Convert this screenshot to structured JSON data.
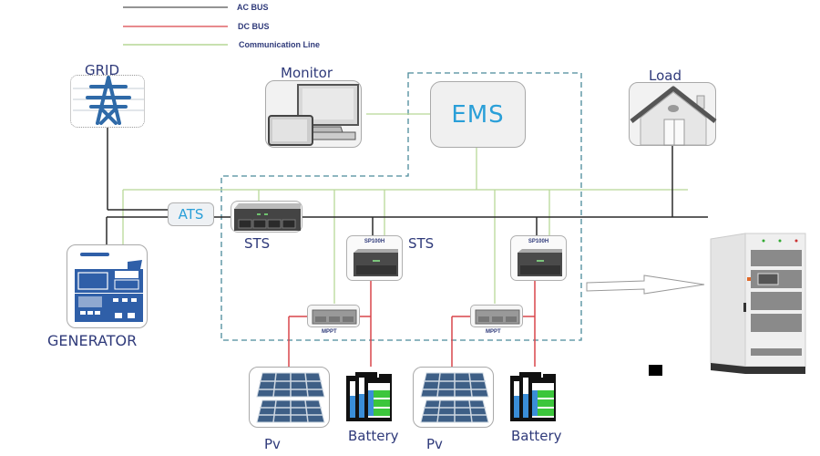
{
  "legend": [
    {
      "label": "AC BUS",
      "color": "#555555"
    },
    {
      "label": "DC BUS",
      "color": "#d9454a"
    },
    {
      "label": "Communication Line",
      "color": "#a8cf7f"
    }
  ],
  "nodes": {
    "grid": {
      "label": "GRID",
      "icon": "transmission-tower-icon"
    },
    "monitor": {
      "label": "Monitor",
      "icon": "computer-monitor-icon"
    },
    "ems": {
      "label": "EMS"
    },
    "load": {
      "label": "Load",
      "icon": "house-icon"
    },
    "ats": {
      "label": "ATS"
    },
    "sts_main": {
      "label": "STS",
      "icon": "rack-unit-icon"
    },
    "sts_label_2": {
      "label": "STS"
    },
    "sp100h_1": {
      "label": "SP100H",
      "icon": "converter-unit-icon"
    },
    "sp100h_2": {
      "label": "SP100H",
      "icon": "converter-unit-icon"
    },
    "mppt_1": {
      "label": "MPPT",
      "icon": "mppt-unit-icon"
    },
    "mppt_2": {
      "label": "MPPT",
      "icon": "mppt-unit-icon"
    },
    "generator": {
      "label": "GENERATOR",
      "icon": "generator-panel-icon"
    },
    "pv_1": {
      "label": "Pv",
      "icon": "solar-panel-icon"
    },
    "pv_2": {
      "label": "Pv",
      "icon": "solar-panel-icon"
    },
    "battery_1": {
      "label": "Battery",
      "icon": "battery-icon"
    },
    "battery_2": {
      "label": "Battery",
      "icon": "battery-icon"
    },
    "cabinet": {
      "icon": "energy-storage-cabinet-icon"
    }
  },
  "colors": {
    "ac_bus": "#2a2a2a",
    "dc_bus": "#d9454a",
    "comm_line": "#b8d898",
    "boundary": "#4a8a9a",
    "label": "#2f3a7a",
    "ems_text": "#2a9fd8",
    "grid_icon": "#2f6aa8"
  }
}
